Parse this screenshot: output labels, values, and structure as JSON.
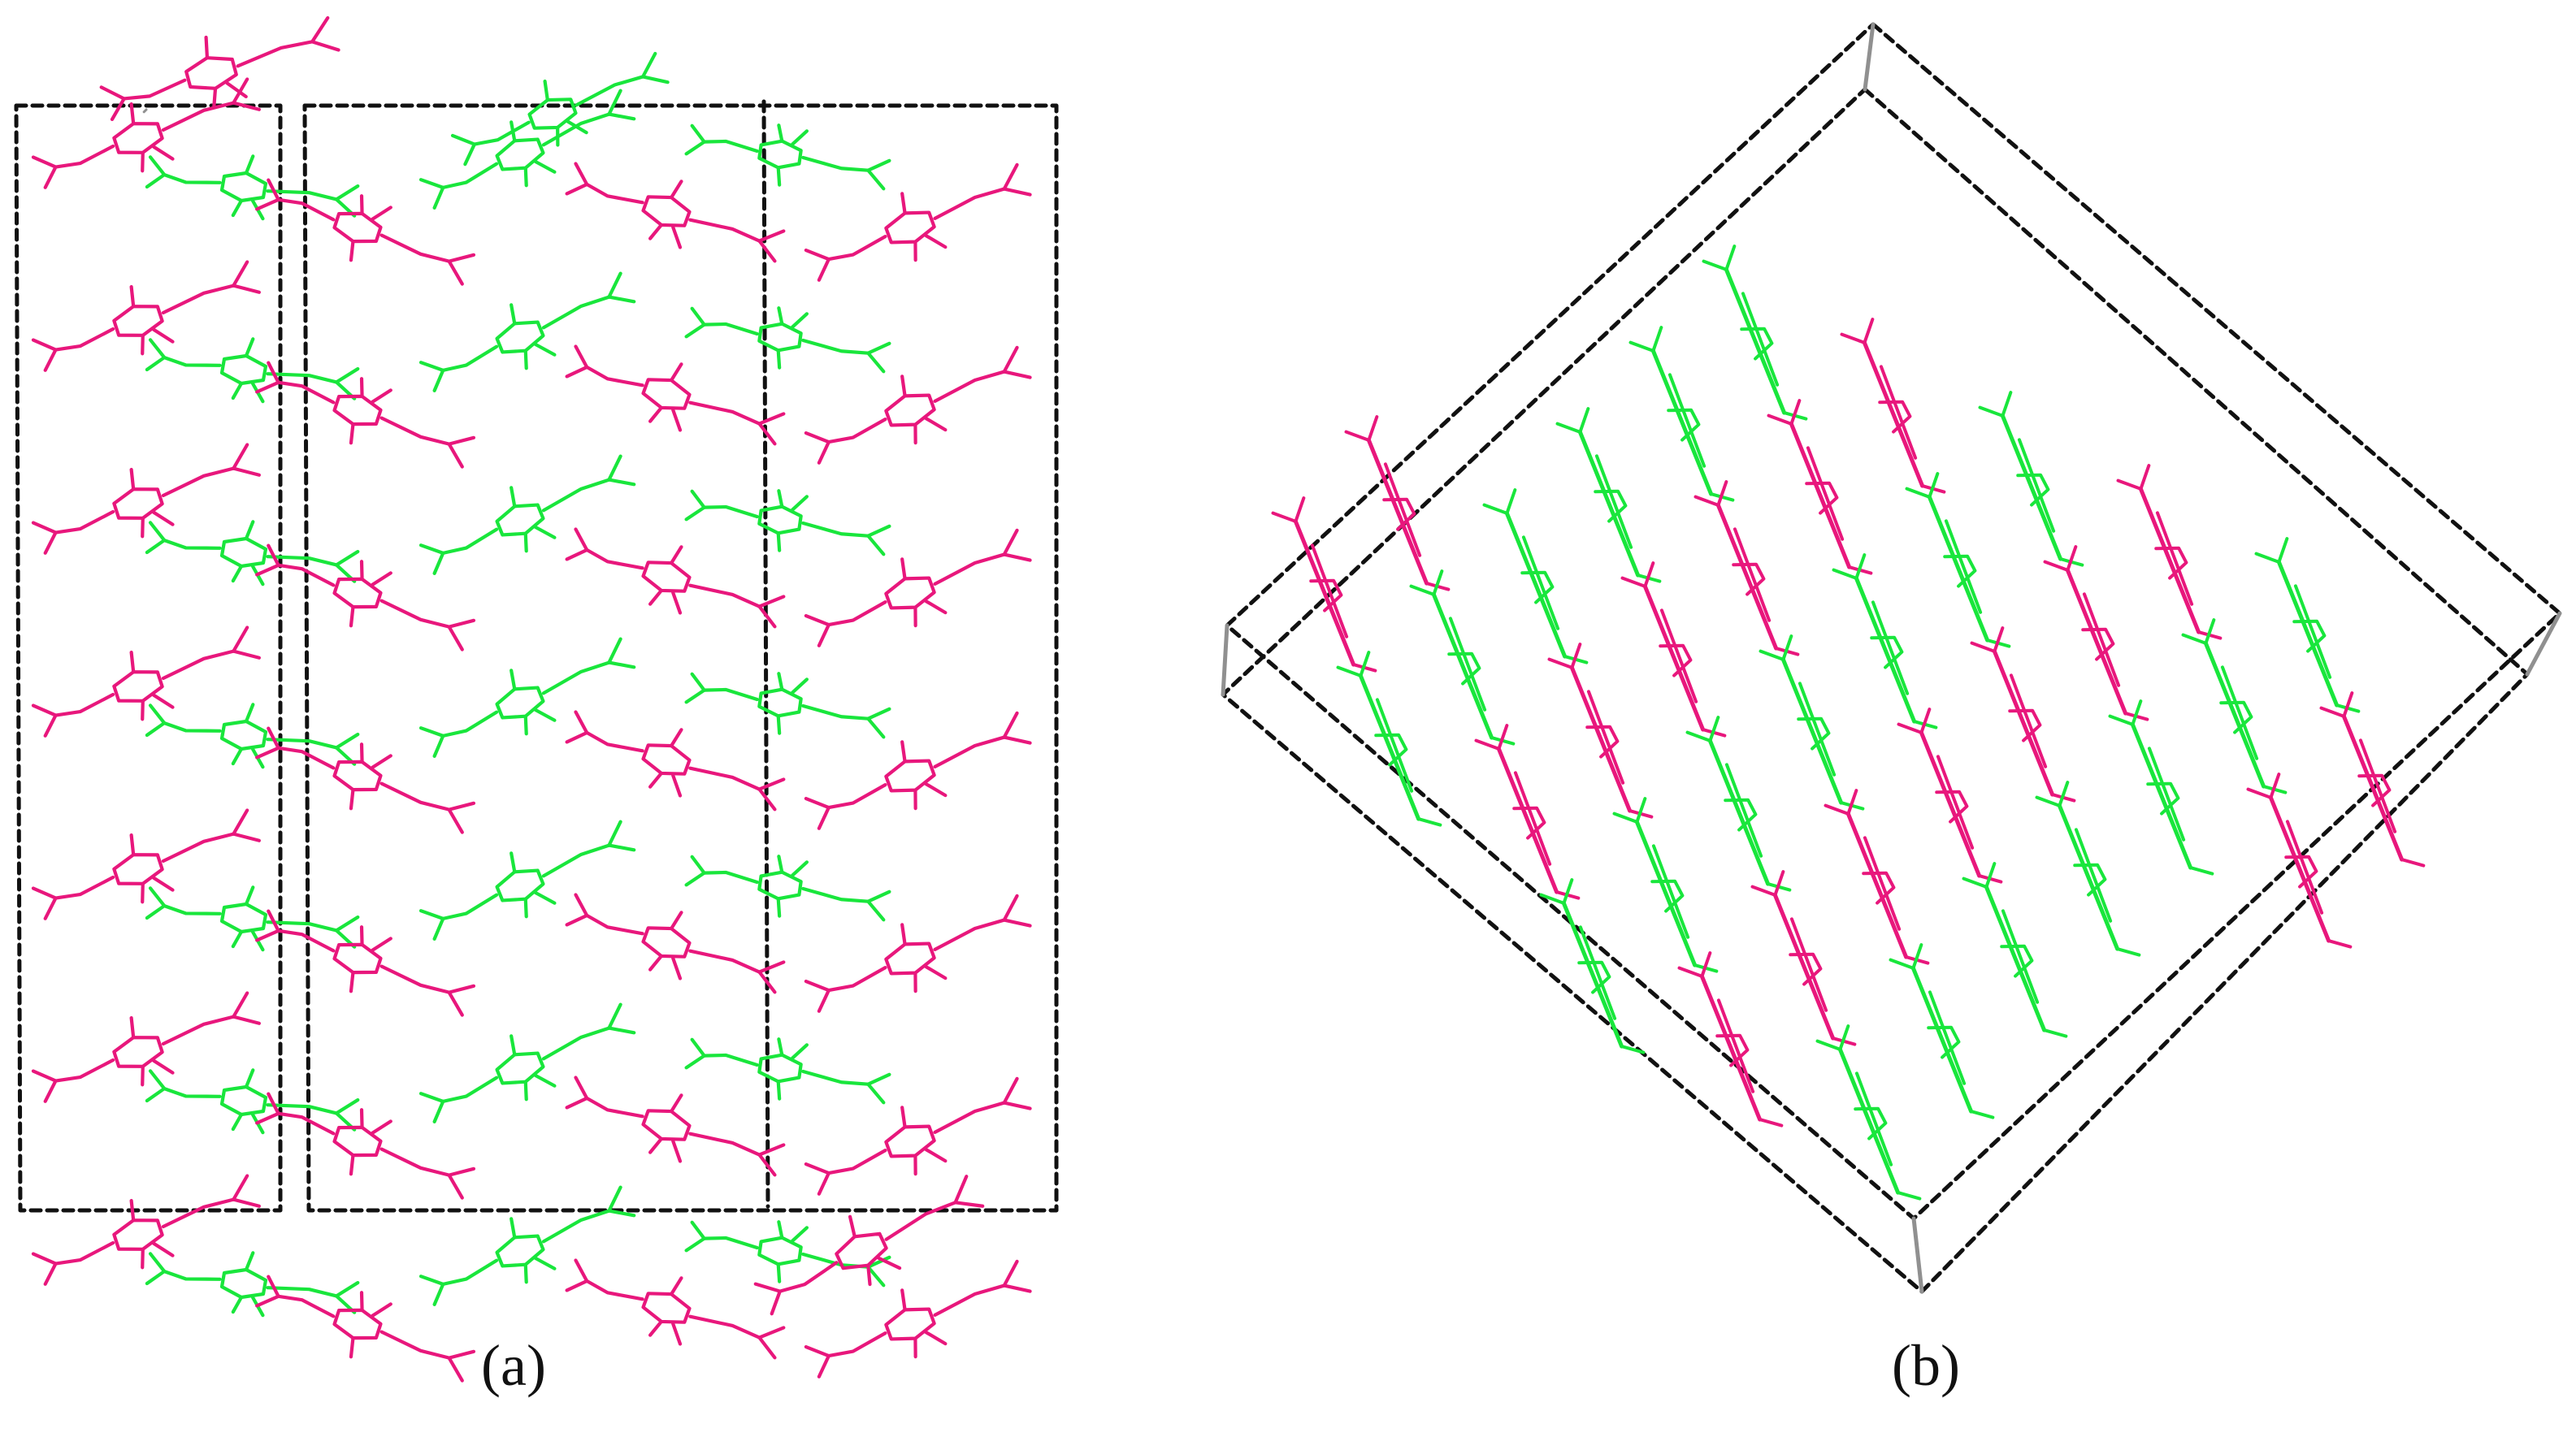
{
  "panels": [
    {
      "id": "a",
      "caption": "(a)"
    },
    {
      "id": "b",
      "caption": "(b)"
    }
  ],
  "colors": {
    "molecule_a": "#e8177c",
    "molecule_b": "#19e63c",
    "cell_edge": "#111111",
    "cell_axis": "#909090",
    "background": "#ffffff"
  }
}
